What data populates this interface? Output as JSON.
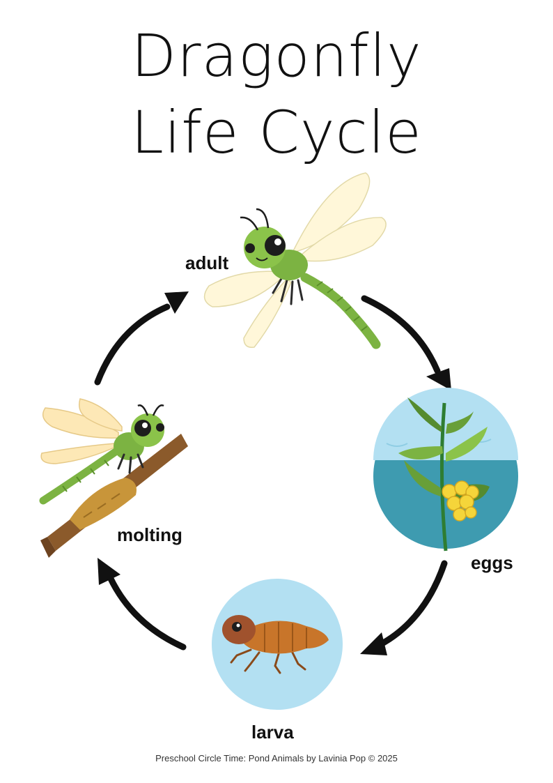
{
  "title": {
    "line1": "Dragonfly",
    "line2": "Life Cycle"
  },
  "stages": {
    "adult": "adult",
    "eggs": "eggs",
    "larva": "larva",
    "molting": "molting"
  },
  "footer": "Preschool Circle Time: Pond Animals by Lavinia Pop © 2025",
  "icons": [
    "dragonfly-adult-icon",
    "eggs-on-plant-icon",
    "larva-icon",
    "molting-dragonfly-icon",
    "cycle-arrow-icon"
  ],
  "colors": {
    "dragonfly_green": "#7cb342",
    "wing": "#fff7d9",
    "water": "#3e9bb0",
    "larva_bg": "#b3e0f2",
    "larva_body": "#c8752a",
    "branch": "#8b5a2b",
    "eggs": "#f5d53a",
    "arrow": "#111111"
  }
}
